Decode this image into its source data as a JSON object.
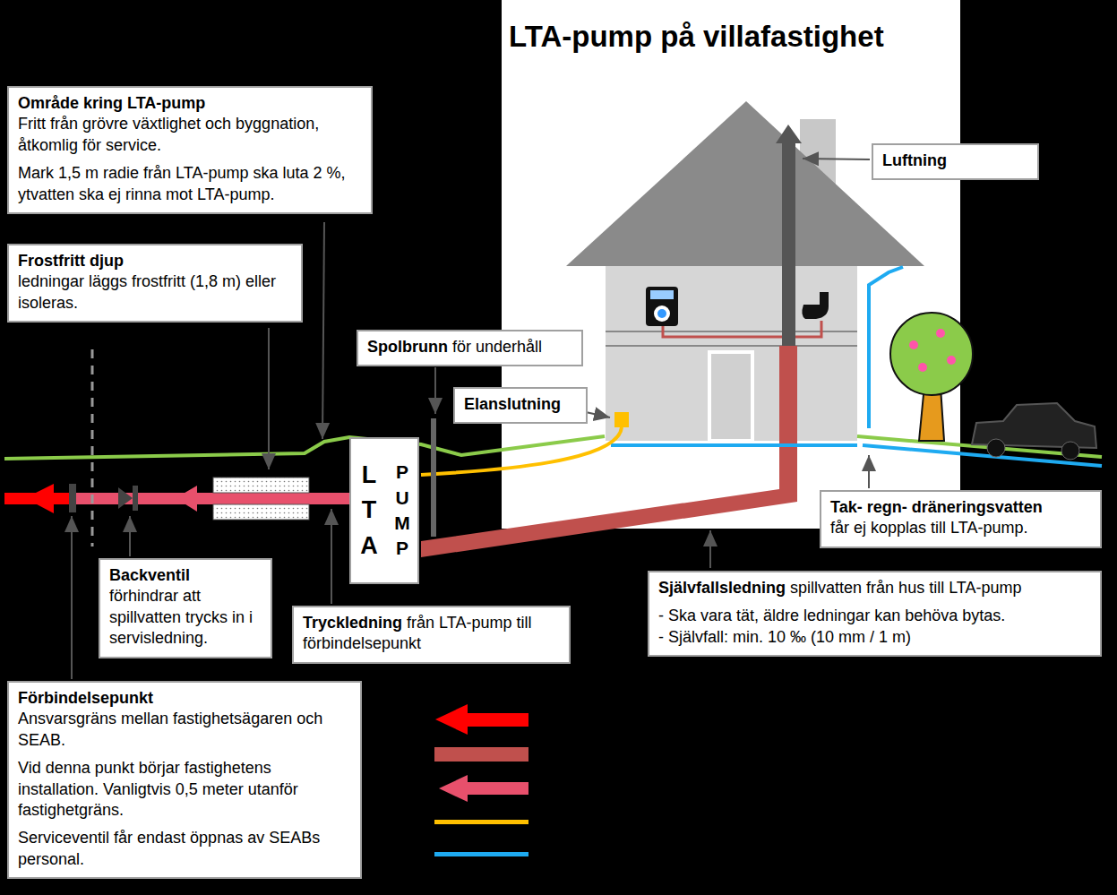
{
  "diagram": {
    "title": "LTA-pump på villafastighet",
    "nodes": [
      {
        "text": [
          "Område kring LTA-pump",
          "Fritt från grövre växtlighet och byggnation, åtkomlig för service.",
          "Mark 1,5 m radie från LTA-pump ska luta 2 %, ytvatten ska ej rinna mot LTA-pump."
        ]
      },
      {
        "text": [
          "Frostfritt djup",
          "ledningar läggs frostfritt (1,8 m) eller isoleras."
        ]
      },
      {
        "text": [
          "Spolbrunn",
          "för underhåll"
        ]
      },
      {
        "text": [
          "Elanslutning"
        ]
      },
      {
        "text": [
          "Luftning"
        ]
      },
      {
        "text": [
          "LTA",
          "PUMP"
        ]
      },
      {
        "text": [
          "Backventil",
          "förhindrar att spillvatten trycks in i servisledning."
        ]
      },
      {
        "text": [
          "Tryckledning",
          "från LTA-pump till förbindelsepunkt"
        ]
      },
      {
        "text": [
          "Självfallsledning",
          "spillvatten från hus till LTA-pump",
          "- Ska vara tät, äldre ledningar kan behöva bytas.",
          "- Självfall: min. 10 ‰ (10 mm / 1 m)"
        ]
      },
      {
        "text": [
          "Tak- regn- dräneringsvatten",
          "får ej kopplas till LTA-pump."
        ]
      },
      {
        "text": [
          "Förbindelsepunkt",
          "Ansvarsgräns mellan fastighetsägaren och SEAB.",
          "Vid denna punkt börjar fastighetens installation. Vanligtvis 0,5 meter utanför fastighetgräns.",
          "Serviceventil får endast öppnas av SEABs personal."
        ]
      }
    ]
  }
}
